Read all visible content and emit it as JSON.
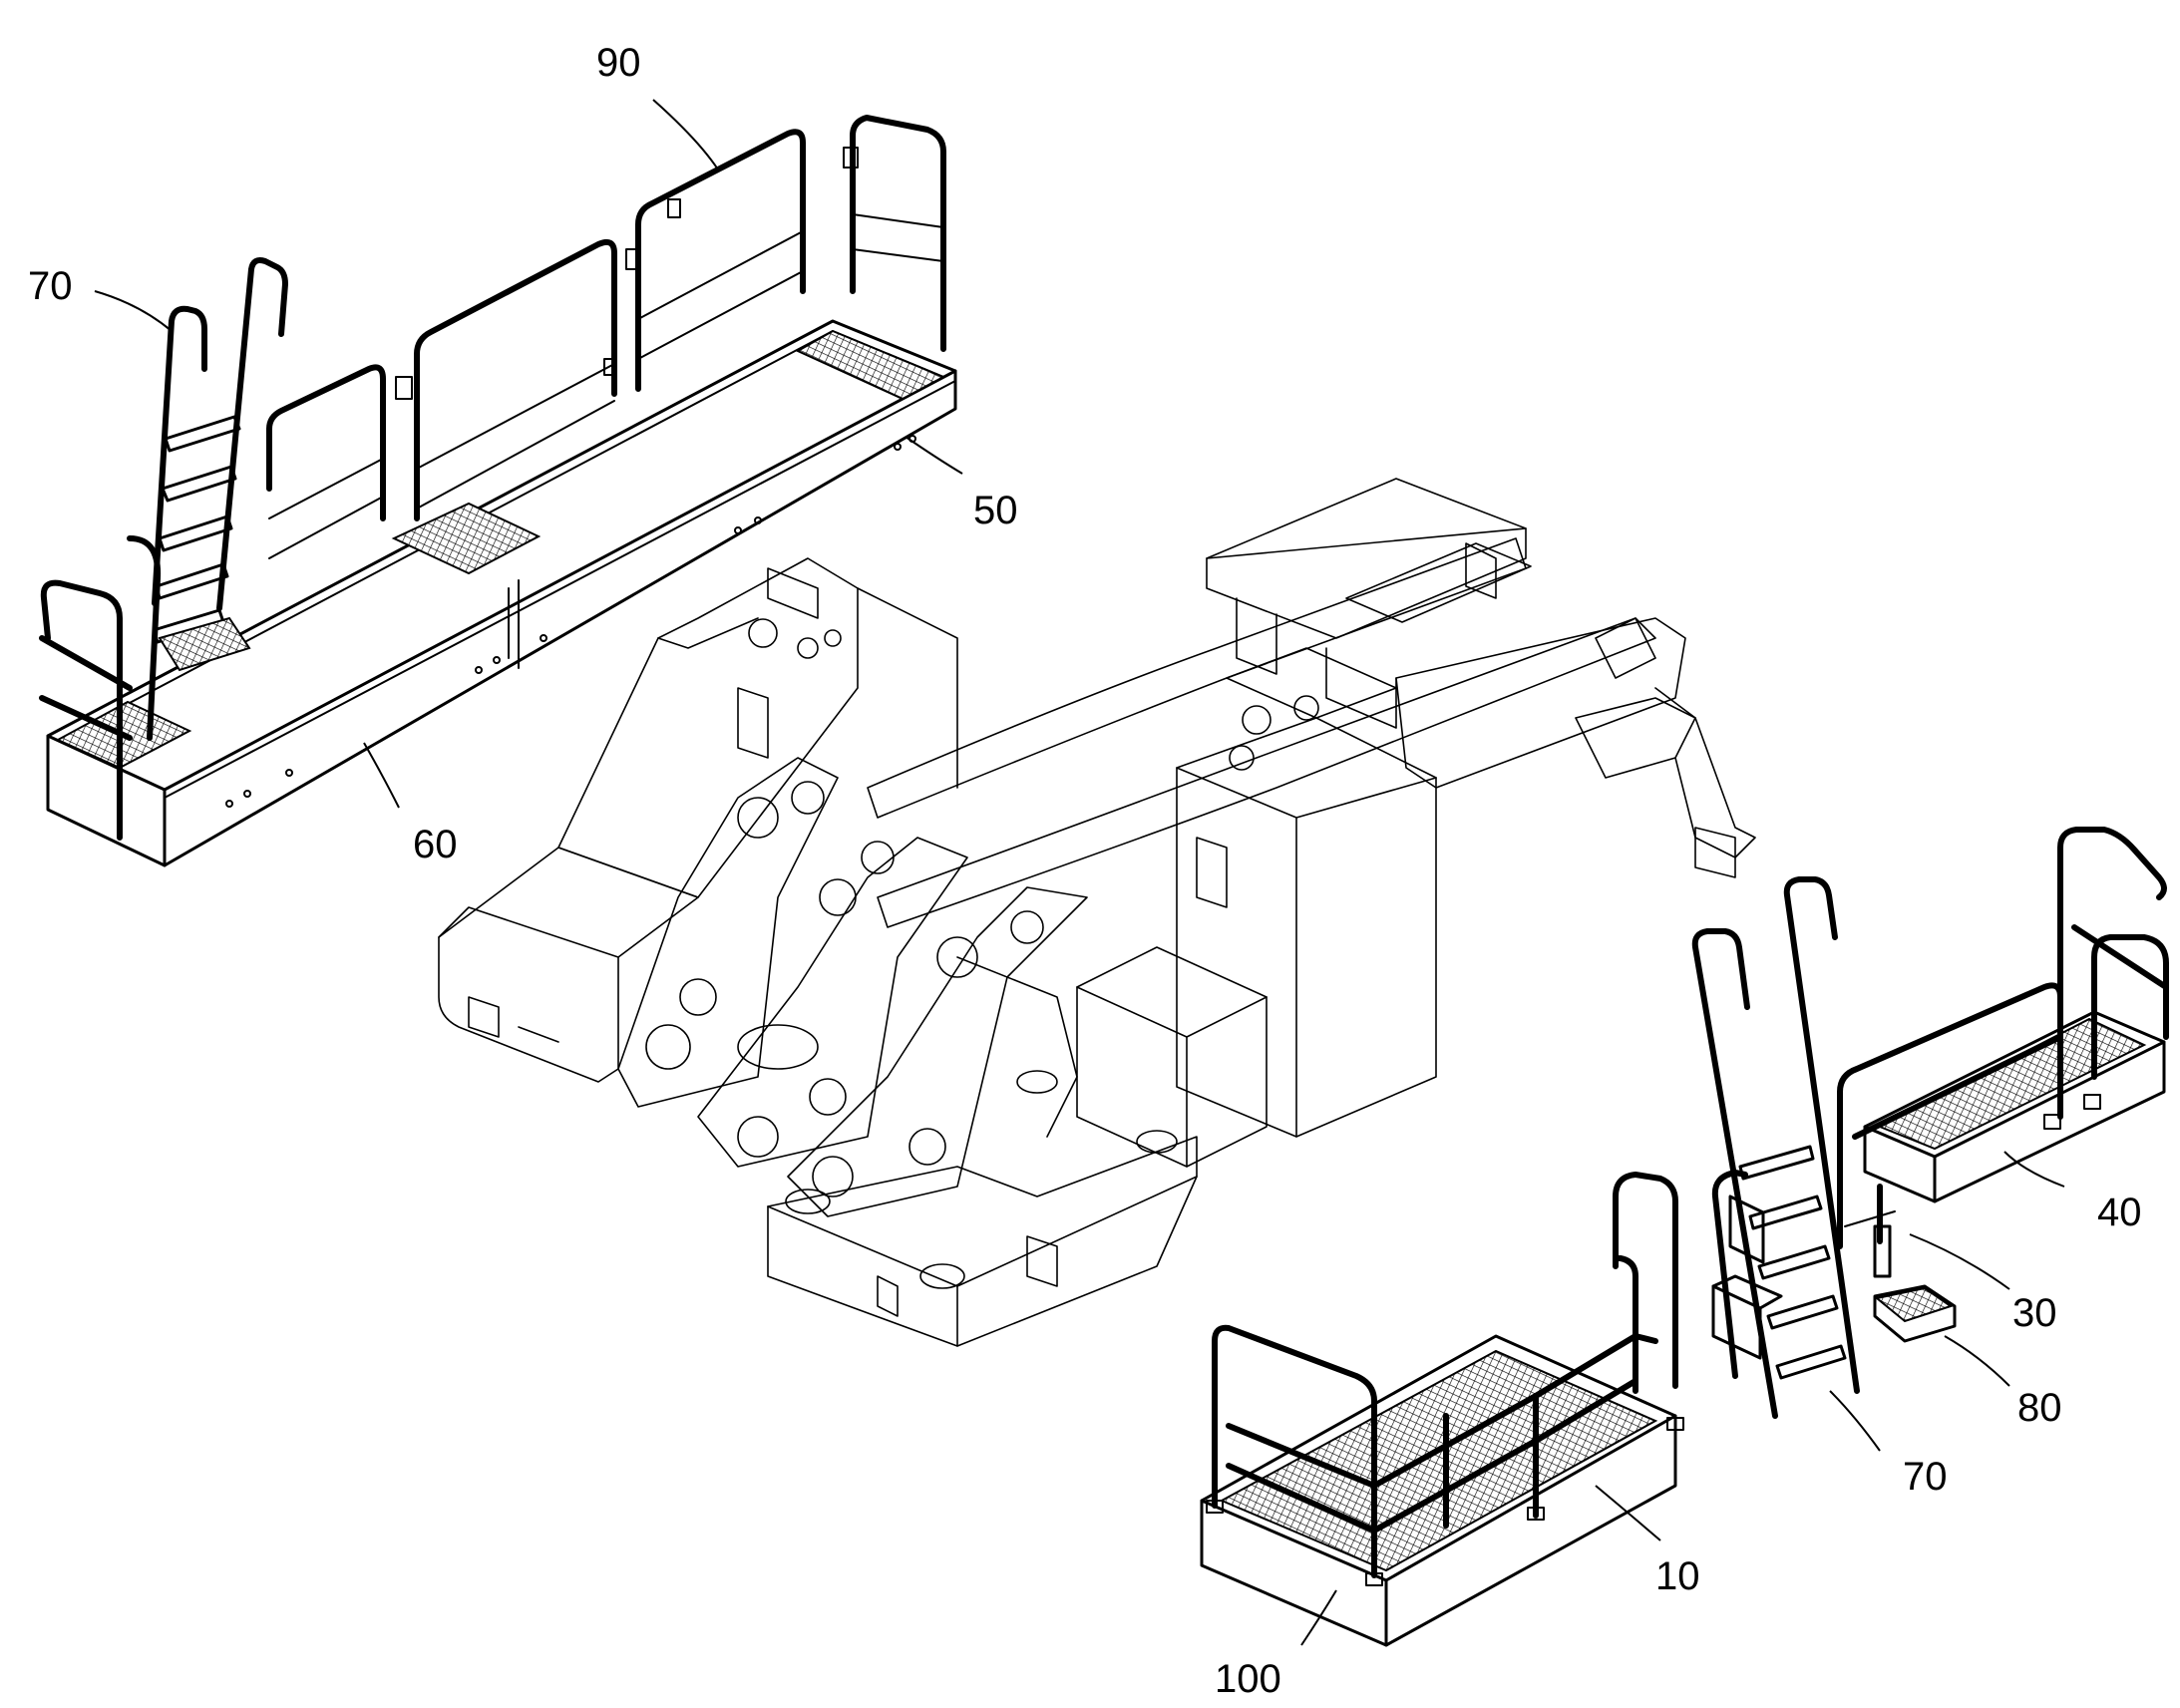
{
  "figure": {
    "reference_numerals": [
      {
        "id": "ref-90",
        "text": "90"
      },
      {
        "id": "ref-70-left",
        "text": "70"
      },
      {
        "id": "ref-50",
        "text": "50"
      },
      {
        "id": "ref-60",
        "text": "60"
      },
      {
        "id": "ref-40",
        "text": "40"
      },
      {
        "id": "ref-30",
        "text": "30"
      },
      {
        "id": "ref-80",
        "text": "80"
      },
      {
        "id": "ref-70-right",
        "text": "70"
      },
      {
        "id": "ref-10",
        "text": "10"
      },
      {
        "id": "ref-100",
        "text": "100"
      }
    ]
  },
  "colors": {
    "line": "#000000",
    "background": "#ffffff"
  }
}
